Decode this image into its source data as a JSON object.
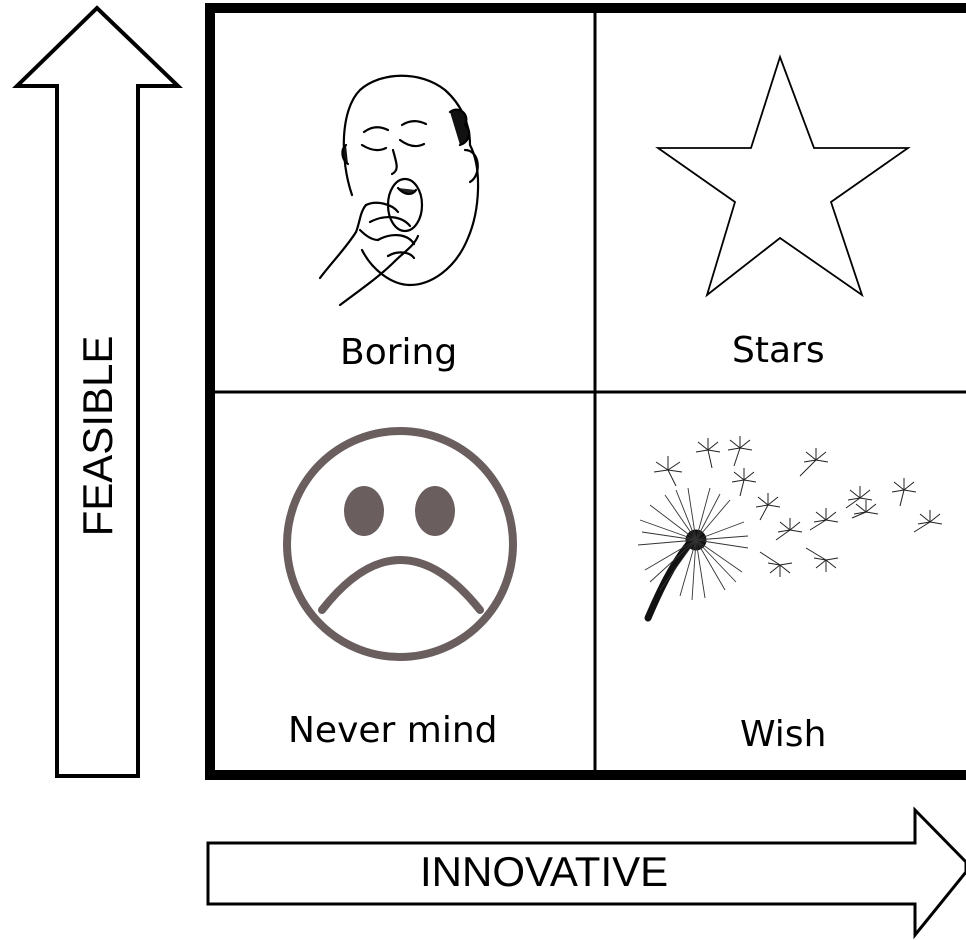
{
  "quadrants": {
    "top_left": {
      "label": "Boring",
      "icon": "yawning-man-icon"
    },
    "top_right": {
      "label": "Stars",
      "icon": "star-icon"
    },
    "bottom_left": {
      "label": "Never mind",
      "icon": "sad-face-icon"
    },
    "bottom_right": {
      "label": "Wish",
      "icon": "dandelion-icon"
    }
  },
  "axes": {
    "x": {
      "label": "INNOVATIVE",
      "direction": "right"
    },
    "y": {
      "label": "FEASIBLE",
      "direction": "up"
    }
  },
  "colors": {
    "line": "#000000",
    "face": "#6b5e5e",
    "background": "#ffffff"
  }
}
